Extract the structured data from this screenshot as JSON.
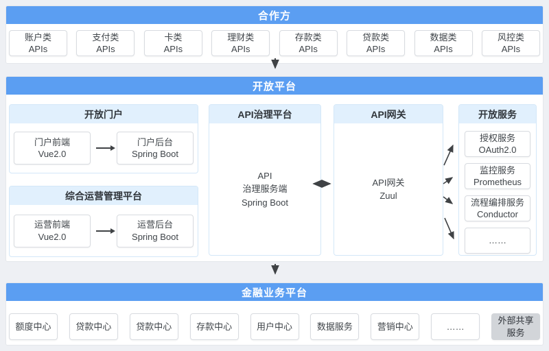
{
  "colors": {
    "accent_blue": "#5b9ef2",
    "subheader_blue": "#e1f0fd",
    "gray_box": "#d2d5d9",
    "arrow": "#3f4245"
  },
  "partners": {
    "title": "合作方",
    "apis": [
      {
        "line1": "账户类",
        "line2": "APIs"
      },
      {
        "line1": "支付类",
        "line2": "APIs"
      },
      {
        "line1": "卡类",
        "line2": "APIs"
      },
      {
        "line1": "理财类",
        "line2": "APIs"
      },
      {
        "line1": "存款类",
        "line2": "APIs"
      },
      {
        "line1": "贷款类",
        "line2": "APIs"
      },
      {
        "line1": "数据类",
        "line2": "APIs"
      },
      {
        "line1": "风控类",
        "line2": "APIs"
      }
    ]
  },
  "open_platform": {
    "title": "开放平台",
    "portal": {
      "title": "开放门户",
      "frontend": {
        "line1": "门户前端",
        "line2": "Vue2.0"
      },
      "backend": {
        "line1": "门户后台",
        "line2": "Spring Boot"
      }
    },
    "ops": {
      "title": "综合运营管理平台",
      "frontend": {
        "line1": "运营前端",
        "line2": "Vue2.0"
      },
      "backend": {
        "line1": "运营后台",
        "line2": "Spring Boot"
      }
    },
    "api_governance": {
      "title": "API治理平台",
      "body": [
        "API",
        "治理服务端",
        "Spring Boot"
      ]
    },
    "api_gateway": {
      "title": "API网关",
      "body": [
        "API网关",
        "Zuul"
      ]
    },
    "open_services": {
      "title": "开放服务",
      "items": [
        {
          "line1": "授权服务",
          "line2": "OAuth2.0"
        },
        {
          "line1": "监控服务",
          "line2": "Prometheus"
        },
        {
          "line1": "流程编排服务",
          "line2": "Conductor"
        },
        {
          "line1": "……",
          "line2": ""
        }
      ]
    }
  },
  "financial_platform": {
    "title": "金融业务平台",
    "centers": [
      {
        "line1": "额度中心",
        "line2": ""
      },
      {
        "line1": "贷款中心",
        "line2": ""
      },
      {
        "line1": "贷款中心",
        "line2": ""
      },
      {
        "line1": "存款中心",
        "line2": ""
      },
      {
        "line1": "用户中心",
        "line2": ""
      },
      {
        "line1": "数据服务",
        "line2": ""
      },
      {
        "line1": "营销中心",
        "line2": ""
      },
      {
        "line1": "……",
        "line2": ""
      },
      {
        "line1": "外部共享",
        "line2": "服务",
        "variant": "gray"
      }
    ]
  }
}
